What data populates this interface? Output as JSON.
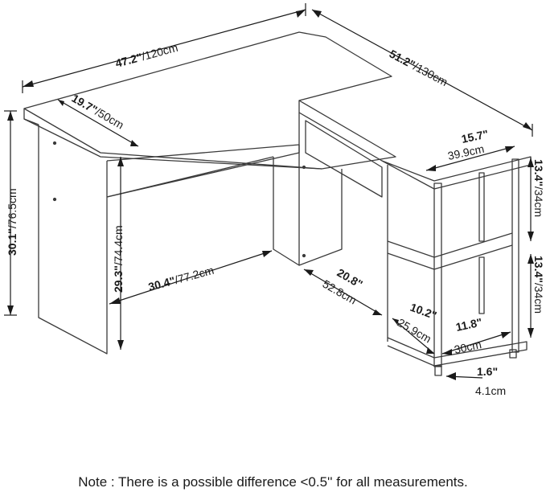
{
  "dimensions": {
    "width_total": {
      "in": "47.2\"",
      "cm": "/120cm"
    },
    "depth_total": {
      "in": "51.2\"",
      "cm": "/130cm"
    },
    "desk_depth": {
      "in": "19.7\"",
      "cm": "/50cm"
    },
    "height_total": {
      "in": "30.1\"",
      "cm": "/76.5cm"
    },
    "knee_height": {
      "in": "29.3\"",
      "cm": "/74.4cm"
    },
    "knee_width": {
      "in": "30.4\"",
      "cm": "/77.2cm"
    },
    "return_width": {
      "in": "20.8\"",
      "cm": "52.8cm"
    },
    "shelf_width": {
      "in": "15.7\"",
      "cm": "39.9cm"
    },
    "shelf_height_upper": {
      "in": "13.4\"",
      "cm": "/34cm"
    },
    "shelf_height_lower": {
      "in": "13.4\"",
      "cm": "/34cm"
    },
    "shelf_inner_depth": {
      "in": "10.2\"",
      "cm": "25.9cm"
    },
    "shelf_inner_width": {
      "in": "11.8\"",
      "cm": "30cm"
    },
    "foot_height": {
      "in": "1.6\"",
      "cm": "4.1cm"
    }
  },
  "note": "Note : There is a possible difference <0.5'' for all measurements."
}
